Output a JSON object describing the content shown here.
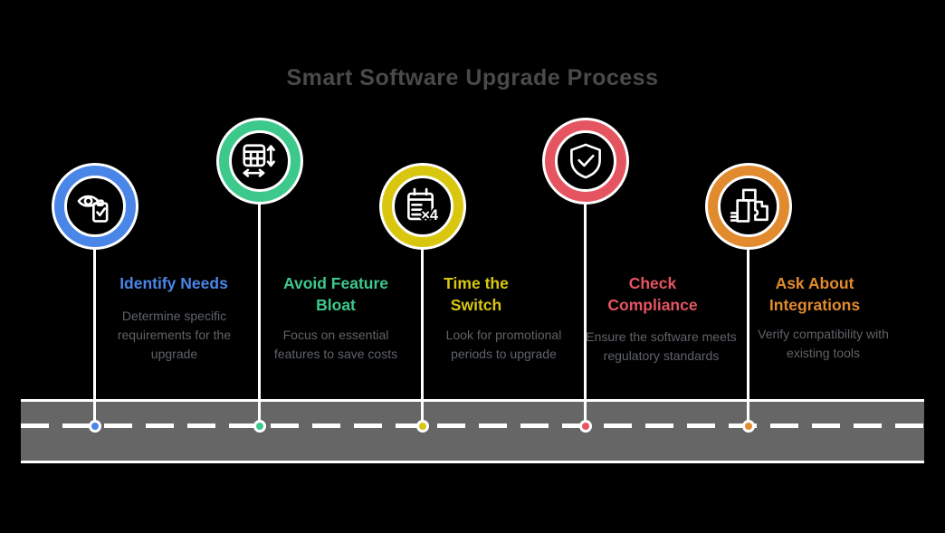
{
  "title": "Smart Software Upgrade Process",
  "steps": [
    {
      "title": "Identify Needs",
      "description": "Determine specific requirements for the upgrade",
      "color": "#4a86e8",
      "icon": "eye-clipboard-icon"
    },
    {
      "title": "Avoid Feature Bloat",
      "description": "Focus on essential features to save costs",
      "color": "#3ec98c",
      "icon": "table-resize-icon"
    },
    {
      "title": "Time the Switch",
      "description": "Look for promotional periods to upgrade",
      "color": "#d9c70f",
      "icon": "calendar-x4-icon",
      "icon_label": "×4"
    },
    {
      "title": "Check Compliance",
      "description": "Ensure the software meets regulatory standards",
      "color": "#e55561",
      "icon": "shield-check-icon"
    },
    {
      "title": "Ask About Integrations",
      "description": "Verify compatibility with existing tools",
      "color": "#e28a2e",
      "icon": "integration-blocks-icon"
    }
  ],
  "palette": {
    "background": "#000000",
    "heading_text": "#4a4a4a",
    "description_text": "#5f6368",
    "road_gray": "#666666",
    "line_white": "#ffffff"
  }
}
